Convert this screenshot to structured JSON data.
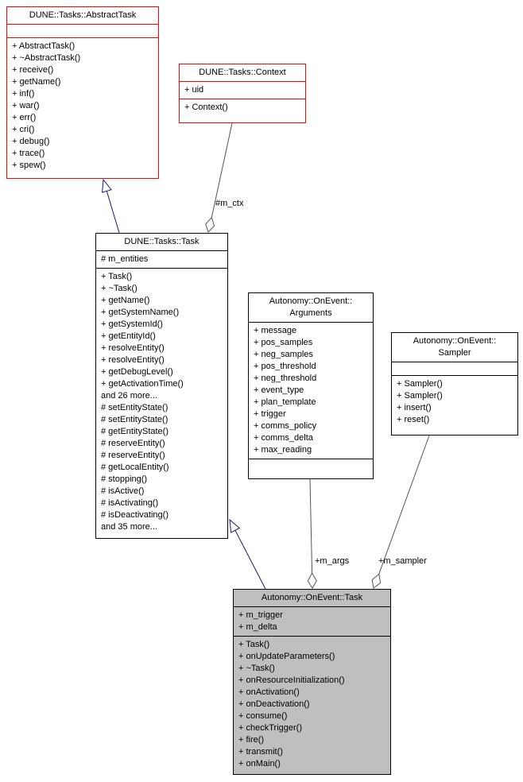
{
  "colors": {
    "linked_class_border": "#ff0000",
    "class_border": "#000000",
    "current_class_fill": "#bfbfbf",
    "inheritance_edge": "#191970",
    "member_edge": "#555555"
  },
  "classes": {
    "abstract_task": {
      "title_lines": [
        "DUNE::Tasks::AbstractTask"
      ],
      "attributes": [],
      "methods": [
        "+ AbstractTask()",
        "+ ~AbstractTask()",
        "+ receive()",
        "+ getName()",
        "+ inf()",
        "+ war()",
        "+ err()",
        "+ cri()",
        "+ debug()",
        "+ trace()",
        "+ spew()"
      ]
    },
    "context": {
      "title_lines": [
        "DUNE::Tasks::Context"
      ],
      "attributes": [
        "+ uid"
      ],
      "methods": [
        "+ Context()"
      ]
    },
    "task": {
      "title_lines": [
        "DUNE::Tasks::Task"
      ],
      "attributes": [
        "# m_entities"
      ],
      "methods": [
        "+ Task()",
        "+ ~Task()",
        "+ getName()",
        "+ getSystemName()",
        "+ getSystemId()",
        "+ getEntityId()",
        "+ resolveEntity()",
        "+ resolveEntity()",
        "+ getDebugLevel()",
        "+ getActivationTime()",
        "and 26 more...",
        "# setEntityState()",
        "# setEntityState()",
        "# getEntityState()",
        "# reserveEntity()",
        "# reserveEntity()",
        "# getLocalEntity()",
        "# stopping()",
        "# isActive()",
        "# isActivating()",
        "# isDeactivating()",
        "and 35 more..."
      ]
    },
    "arguments": {
      "title_lines": [
        "Autonomy::OnEvent::",
        "Arguments"
      ],
      "attributes": [
        "+ message",
        "+ pos_samples",
        "+ neg_samples",
        "+ pos_threshold",
        "+ neg_threshold",
        "+ event_type",
        "+ plan_template",
        "+ trigger",
        "+ comms_policy",
        "+ comms_delta",
        "+ max_reading"
      ],
      "methods": []
    },
    "sampler": {
      "title_lines": [
        "Autonomy::OnEvent::",
        "Sampler"
      ],
      "attributes": [],
      "methods": [
        "+ Sampler()",
        "+ Sampler()",
        "+ insert()",
        "+ reset()"
      ]
    },
    "onevent_task": {
      "title_lines": [
        "Autonomy::OnEvent::Task"
      ],
      "attributes": [
        "+ m_trigger",
        "+ m_delta"
      ],
      "methods": [
        "+ Task()",
        "+ onUpdateParameters()",
        "+ ~Task()",
        "+ onResourceInitialization()",
        "+ onActivation()",
        "+ onDeactivation()",
        "+ consume()",
        "+ checkTrigger()",
        "+ fire()",
        "+ transmit()",
        "+ onMain()"
      ]
    }
  },
  "edges": {
    "m_ctx": {
      "label": "#m_ctx",
      "type": "member"
    },
    "m_args": {
      "label": "+m_args",
      "type": "member"
    },
    "m_sampler": {
      "label": "+m_sampler",
      "type": "member"
    },
    "task_inherits_abstracttask": {
      "type": "inheritance"
    },
    "onevent_task_inherits_task": {
      "type": "inheritance"
    }
  }
}
